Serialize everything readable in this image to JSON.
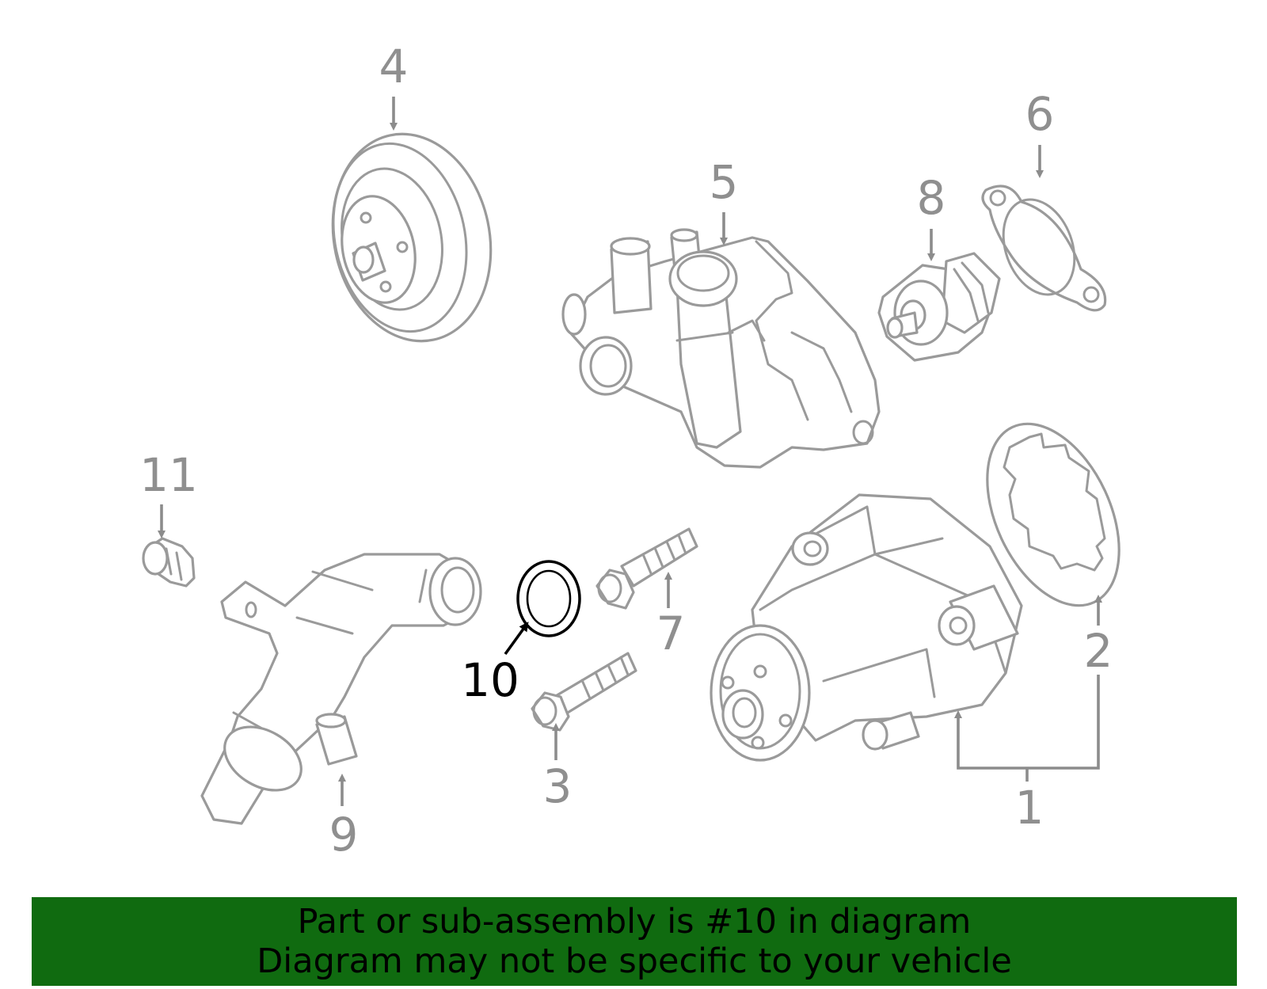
{
  "diagram": {
    "highlighted_part": "10",
    "callouts": {
      "c1": "1",
      "c2": "2",
      "c3": "3",
      "c4": "4",
      "c5": "5",
      "c6": "6",
      "c7": "7",
      "c8": "8",
      "c9": "9",
      "c10": "10",
      "c11": "11"
    },
    "colors": {
      "line": "#9a9a9a",
      "highlight": "#000000",
      "banner": "#106b10"
    }
  },
  "banner": {
    "line1": "Part or sub-assembly is #10 in diagram",
    "line2": "Diagram may not be specific to your vehicle"
  }
}
